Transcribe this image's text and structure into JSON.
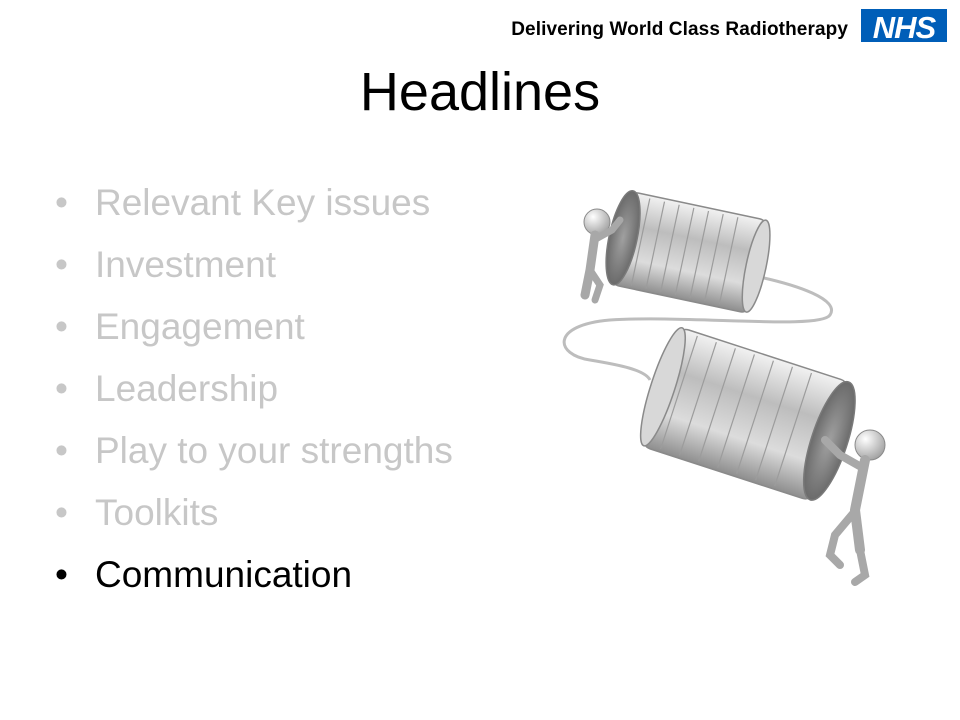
{
  "header": {
    "tagline": "Delivering World Class Radiotherapy",
    "logo_text": "NHS",
    "logo_color": "#005eb8"
  },
  "slide": {
    "title": "Headlines",
    "bullets": [
      {
        "label": "Relevant Key issues",
        "state": "dim"
      },
      {
        "label": "Investment",
        "state": "dim"
      },
      {
        "label": "Engagement",
        "state": "dim"
      },
      {
        "label": "Leadership",
        "state": "dim"
      },
      {
        "label": "Play to your strengths",
        "state": "dim"
      },
      {
        "label": "Toolkits",
        "state": "dim"
      },
      {
        "label": "Communication",
        "state": "active"
      }
    ],
    "bullet_glyph": "•",
    "dim_color": "#c7c7c7",
    "active_color": "#000000"
  },
  "illustration": {
    "icon": "tin-can-telephone-icon"
  }
}
